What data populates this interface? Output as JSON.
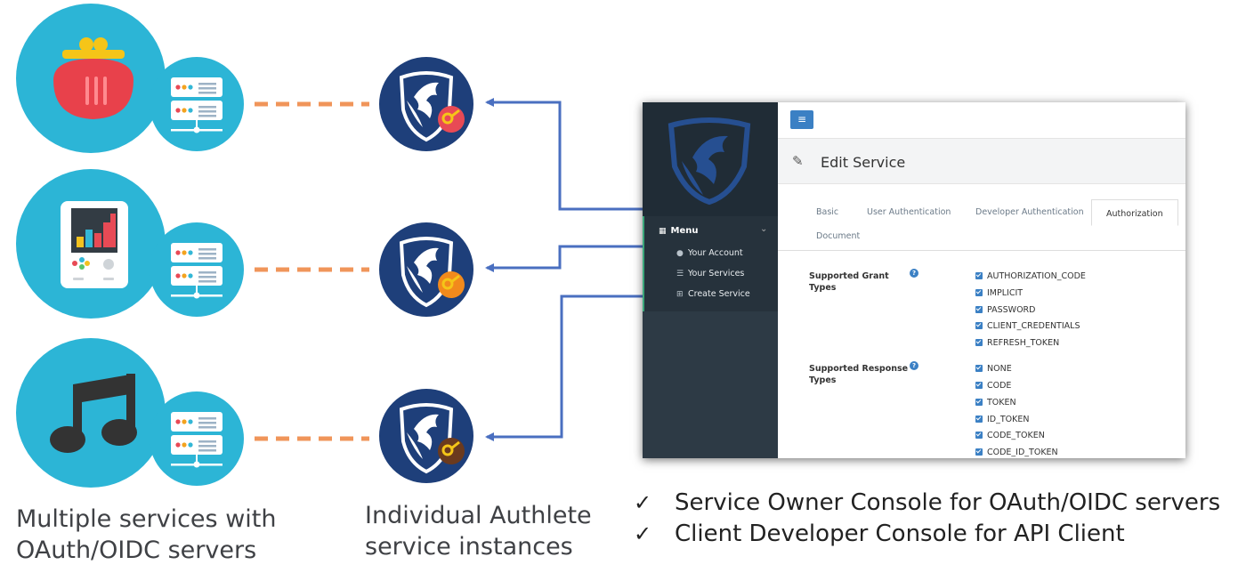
{
  "captions": {
    "left": [
      "Multiple services with",
      "OAuth/OIDC servers"
    ],
    "middle": [
      "Individual Authlete",
      "service instances"
    ]
  },
  "checklist": [
    "Service Owner Console for OAuth/OIDC servers",
    "Client Developer Console for API Client"
  ],
  "checkmark": "✓",
  "console": {
    "page_title": "Edit Service",
    "menu": {
      "heading": "Menu",
      "items": [
        "Your Account",
        "Your Services",
        "Create Service"
      ]
    },
    "tabs": [
      "Basic",
      "User Authentication",
      "Developer Authentication",
      "Authorization",
      "Document"
    ],
    "active_tab": "Authorization",
    "fields": [
      {
        "label_lines": [
          "Supported Grant",
          "Types"
        ],
        "options": [
          "AUTHORIZATION_CODE",
          "IMPLICIT",
          "PASSWORD",
          "CLIENT_CREDENTIALS",
          "REFRESH_TOKEN"
        ]
      },
      {
        "label_lines": [
          "Supported Response",
          "Types"
        ],
        "options": [
          "NONE",
          "CODE",
          "TOKEN",
          "ID_TOKEN",
          "CODE_TOKEN",
          "CODE_ID_TOKEN"
        ]
      }
    ]
  },
  "services": [
    {
      "icon": "wallet-icon"
    },
    {
      "icon": "game-console-icon"
    },
    {
      "icon": "music-note-icon"
    }
  ],
  "instances": [
    {
      "icon": "authlete-shield-icon",
      "key_badge_color": "#e84a55"
    },
    {
      "icon": "authlete-shield-icon",
      "key_badge_color": "#f28a1c"
    },
    {
      "icon": "authlete-shield-icon",
      "key_badge_color": "#6b3a1e"
    }
  ],
  "colors": {
    "service_circle": "#2cb5d6",
    "server_icon": "#ffffff",
    "connector_dashed": "#f0955a",
    "arrow": "#4a6fc0",
    "shield_bg": "#1e3f7a"
  }
}
